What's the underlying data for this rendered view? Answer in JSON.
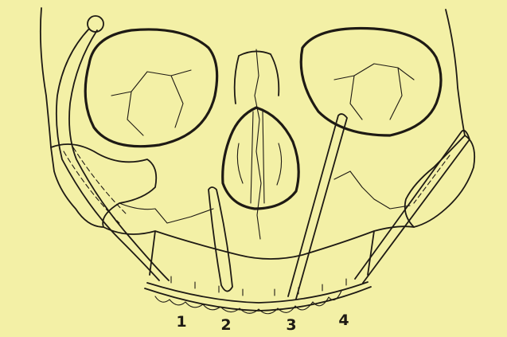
{
  "figure": {
    "labels": [
      {
        "id": "wire-1",
        "text": "1"
      },
      {
        "id": "wire-2",
        "text": "2"
      },
      {
        "id": "wire-3",
        "text": "3"
      },
      {
        "id": "wire-4",
        "text": "4"
      }
    ]
  }
}
